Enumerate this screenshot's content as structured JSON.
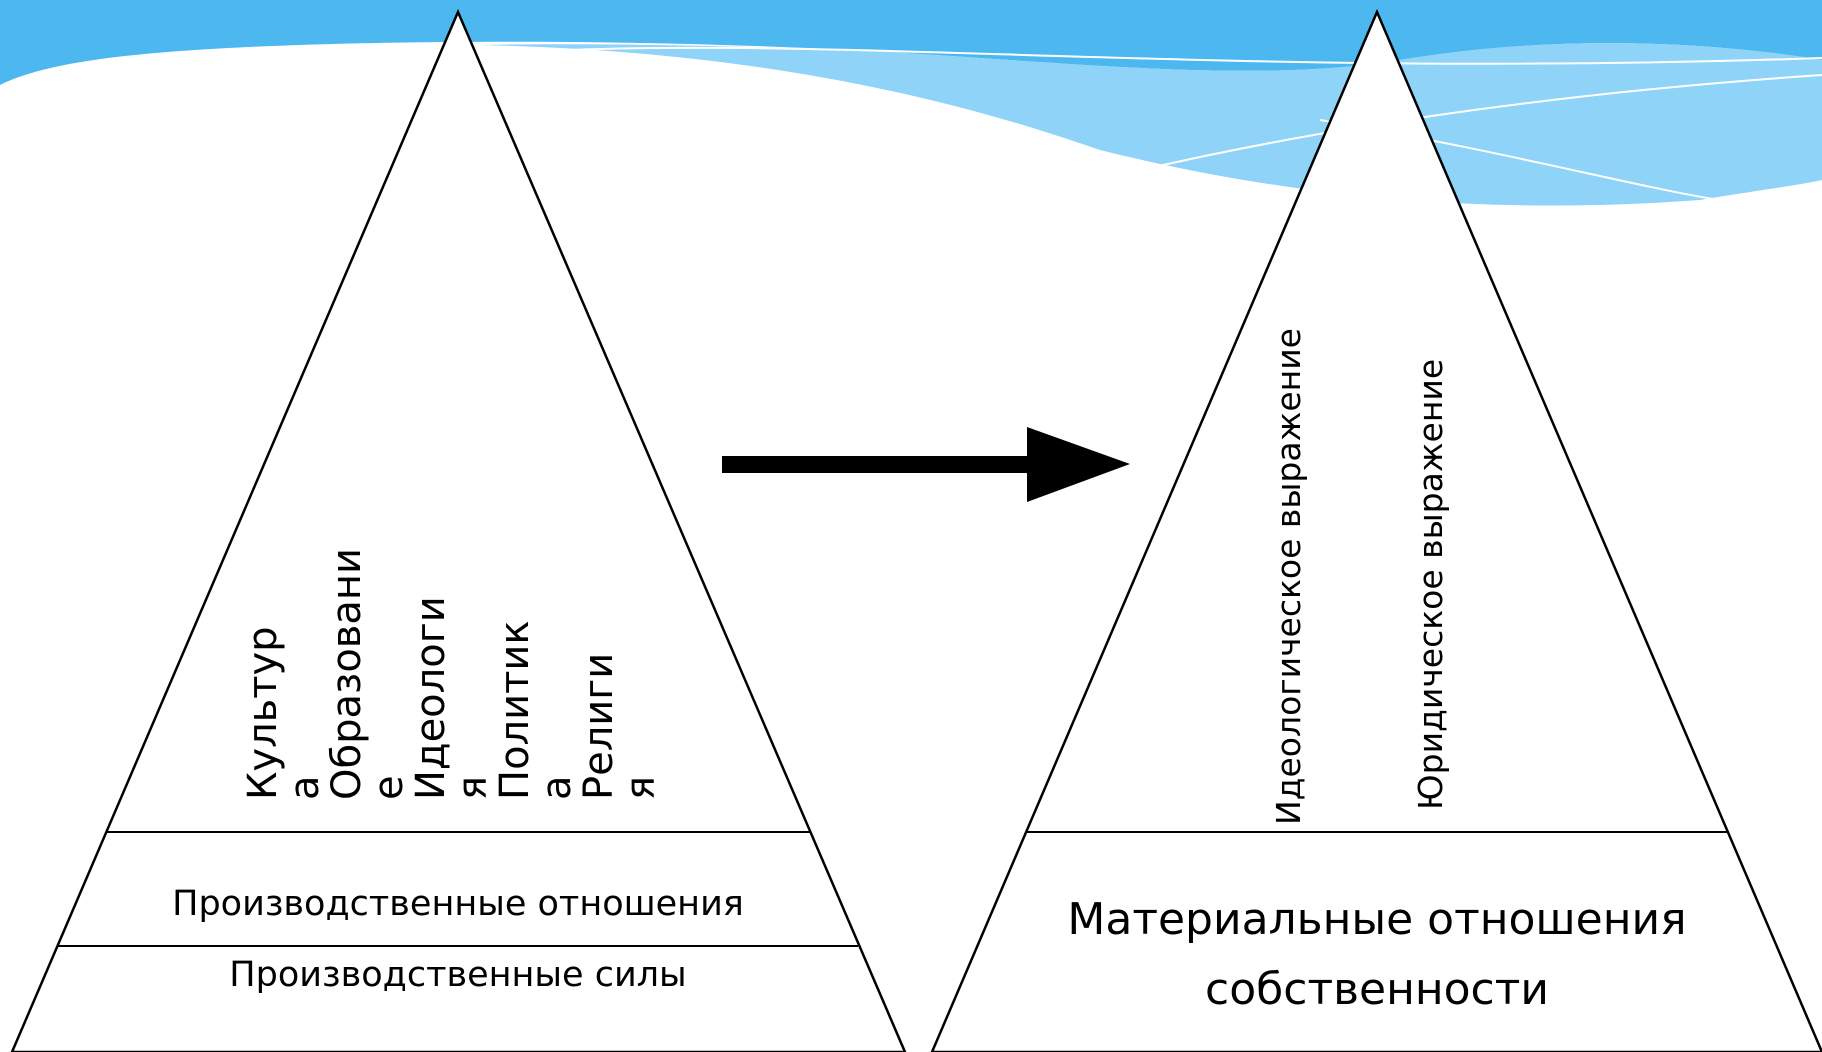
{
  "left_pyramid": {
    "top_items": [
      "Культур\nа",
      "Образовани\nе",
      "Идеологи\nя",
      "Политик\nа",
      "Религи\nя"
    ],
    "middle_layer": "Производственные отношения",
    "bottom_layer": "Производственные силы"
  },
  "right_pyramid": {
    "top_items": [
      "Идеологическое выражение",
      "Юридическое выражение"
    ],
    "bottom_layer": "Материальные отношения собственности"
  },
  "arrow": {
    "direction": "right"
  },
  "colors": {
    "banner_blue": "#4db8f0",
    "banner_light": "#8fd3f8",
    "line": "#000000"
  }
}
